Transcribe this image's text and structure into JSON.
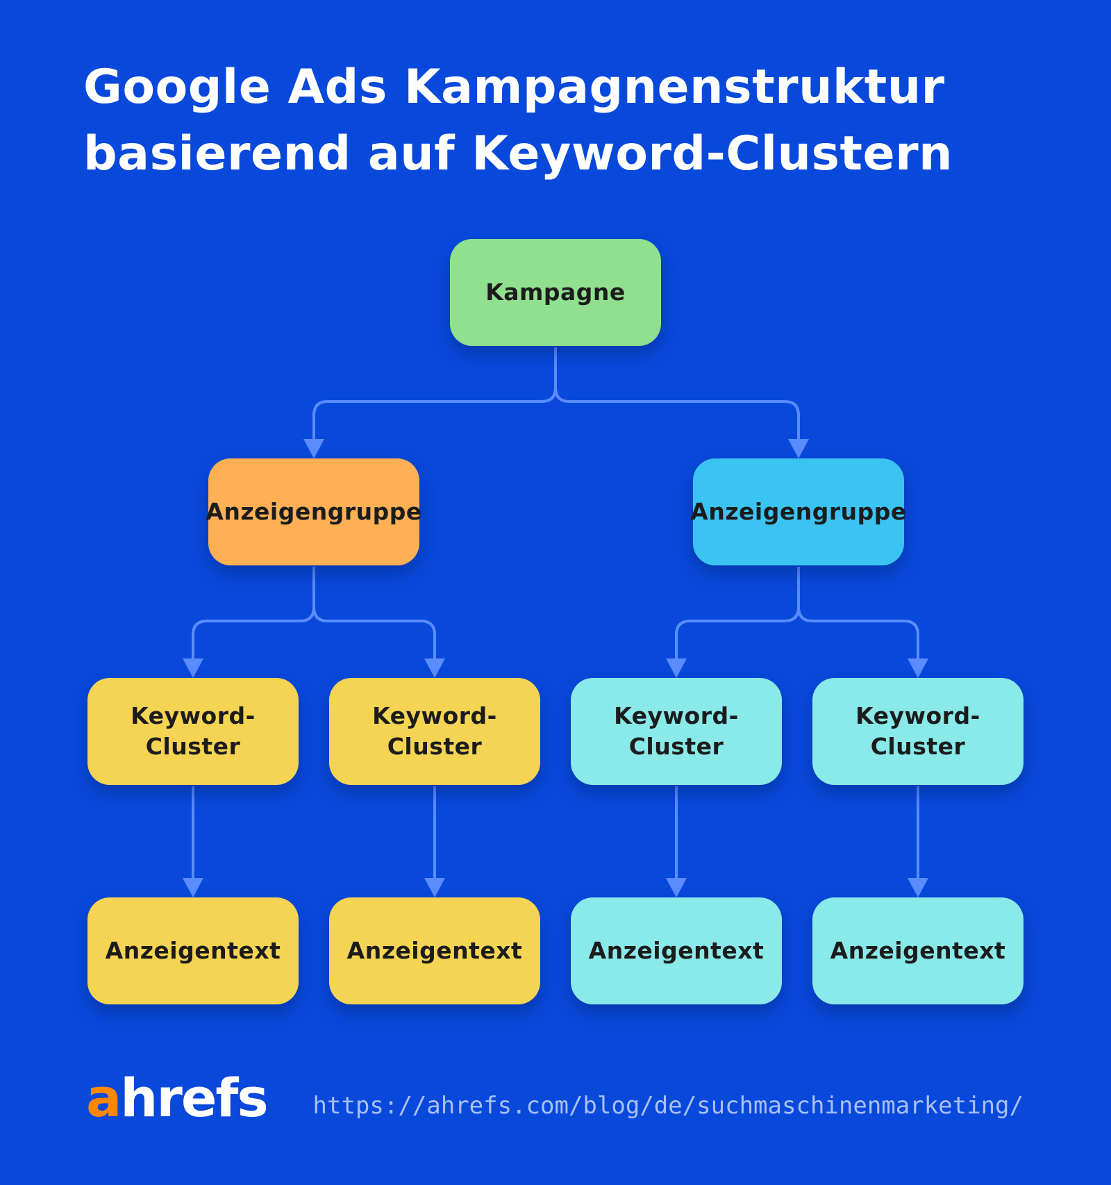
{
  "title": {
    "line1": "Google Ads Kampagnenstruktur",
    "line2": "basierend auf Keyword-Clustern"
  },
  "colors": {
    "background": "#0849db",
    "connector": "#5a8cff",
    "kampagne": "#90e090",
    "anzeigengruppe_left": "#ffb055",
    "anzeigengruppe_right": "#3bc4f2",
    "left_branch": "#f5d453",
    "right_branch": "#8ae9e9",
    "brand_accent": "#ff8800"
  },
  "nodes": {
    "kampagne": {
      "label": "Kampagne"
    },
    "anzeigengruppe_left": {
      "label": "Anzeigengruppe"
    },
    "anzeigengruppe_right": {
      "label": "Anzeigengruppe"
    },
    "clusters": [
      {
        "line1": "Keyword-",
        "line2": "Cluster"
      },
      {
        "line1": "Keyword-",
        "line2": "Cluster"
      },
      {
        "line1": "Keyword-",
        "line2": "Cluster"
      },
      {
        "line1": "Keyword-",
        "line2": "Cluster"
      }
    ],
    "anzeigentexte": [
      {
        "label": "Anzeigentext"
      },
      {
        "label": "Anzeigentext"
      },
      {
        "label": "Anzeigentext"
      },
      {
        "label": "Anzeigentext"
      }
    ]
  },
  "footer": {
    "logo_a": "a",
    "logo_rest": "hrefs",
    "url": "https://ahrefs.com/blog/de/suchmaschinenmarketing/"
  }
}
